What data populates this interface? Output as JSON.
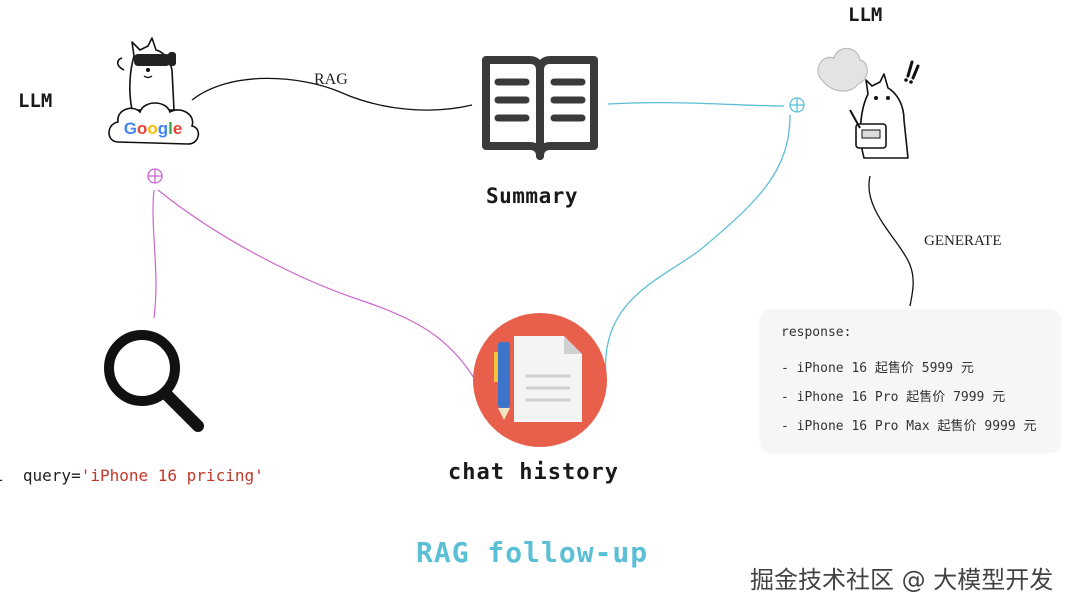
{
  "nodes": {
    "llm_left": "LLM",
    "llm_right": "LLM",
    "summary": "Summary",
    "chat_history": "chat history",
    "google_logo_text": "Google"
  },
  "edges": {
    "rag": "RAG",
    "generate": "GENERATE"
  },
  "query": {
    "prefix": "l  query=",
    "value": "'iPhone 16 pricing'"
  },
  "response": {
    "title": "response:",
    "items": [
      {
        "model": "- iPhone 16 ",
        "price_label": "起售价",
        "price": " 5999 ",
        "unit": "元"
      },
      {
        "model": "- iPhone 16 Pro ",
        "price_label": "起售价",
        "price": " 7999 ",
        "unit": "元"
      },
      {
        "model": "- iPhone 16 Pro Max ",
        "price_label": "起售价",
        "price": " 9999 ",
        "unit": "元"
      }
    ]
  },
  "title": "RAG follow-up",
  "watermark": "掘金技术社区 @ 大模型开发",
  "colors": {
    "pink_line": "#cc66cc",
    "cyan_line": "#5bbfd6",
    "title": "#5bbfd6",
    "chat_circle": "#e8604c",
    "query_string": "#c0392b"
  },
  "icons": [
    "llama-google-icon",
    "book-icon",
    "llama-robot-icon",
    "magnifier-icon",
    "chat-document-icon"
  ]
}
